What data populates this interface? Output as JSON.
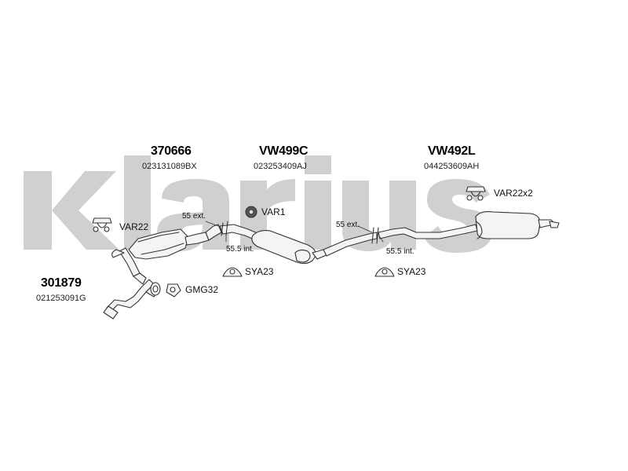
{
  "watermark": {
    "text": "Klarius",
    "color": "#d0d0d0"
  },
  "parts": [
    {
      "part_no": "370666",
      "ref": "023131089BX"
    },
    {
      "part_no": "VW499C",
      "ref": "023253409AJ"
    },
    {
      "part_no": "VW492L",
      "ref": "044253609AH"
    },
    {
      "part_no": "301879",
      "ref": "021253091G"
    }
  ],
  "accessories": {
    "var22": "VAR22",
    "var1": "VAR1",
    "var22x2": "VAR22x2",
    "gmg32": "GMG32",
    "sya23_left": "SYA23",
    "sya23_right": "SYA23"
  },
  "pipe_dims": {
    "left_ext": "55 ext.",
    "left_int": "55.5 int.",
    "right_ext": "55 ext.",
    "right_int": "55.5 int."
  },
  "colors": {
    "pipe_fill": "#f2f2f2",
    "pipe_stroke": "#333333"
  }
}
